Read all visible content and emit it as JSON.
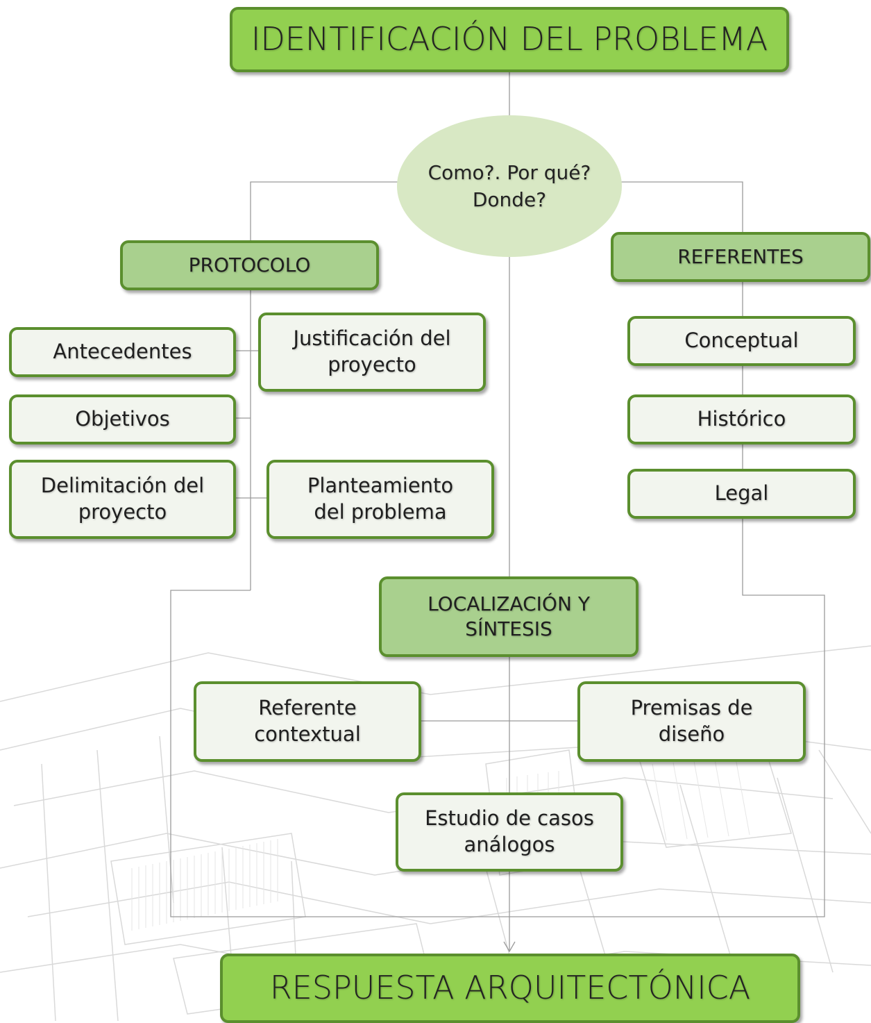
{
  "top": {
    "title": "IDENTIFICACIÓN DEL PROBLEMA"
  },
  "question": {
    "lines": [
      "Como?. Por",
      "qué?",
      "Donde?"
    ]
  },
  "protocolo": {
    "title": "PROTOCOLO",
    "items": {
      "antecedentes": "Antecedentes",
      "justificacion": [
        "Justificación del",
        "proyecto"
      ],
      "objetivos": "Objetivos",
      "delimitacion": [
        "Delimitación del",
        "proyecto"
      ],
      "planteamiento": [
        "Planteamiento",
        "del problema"
      ]
    }
  },
  "referentes": {
    "title": "REFERENTES",
    "items": [
      "Conceptual",
      "Histórico",
      "Legal"
    ]
  },
  "localizacion": {
    "title": [
      "LOCALIZACIÓN Y",
      "SÍNTESIS"
    ],
    "items": {
      "contextual": [
        "Referente",
        "contextual"
      ],
      "premisas": [
        "Premisas de",
        "diseño"
      ],
      "casos": [
        "Estudio de casos",
        "análogos"
      ]
    }
  },
  "bottom": {
    "title": "RESPUESTA ARQUITECTÓNICA"
  },
  "colors": {
    "main_fill": "#92d050",
    "section_fill": "#a9d08e",
    "sub_fill": "#f2f5ee",
    "border": "#5b8f2e",
    "line": "#9a9a9a"
  }
}
